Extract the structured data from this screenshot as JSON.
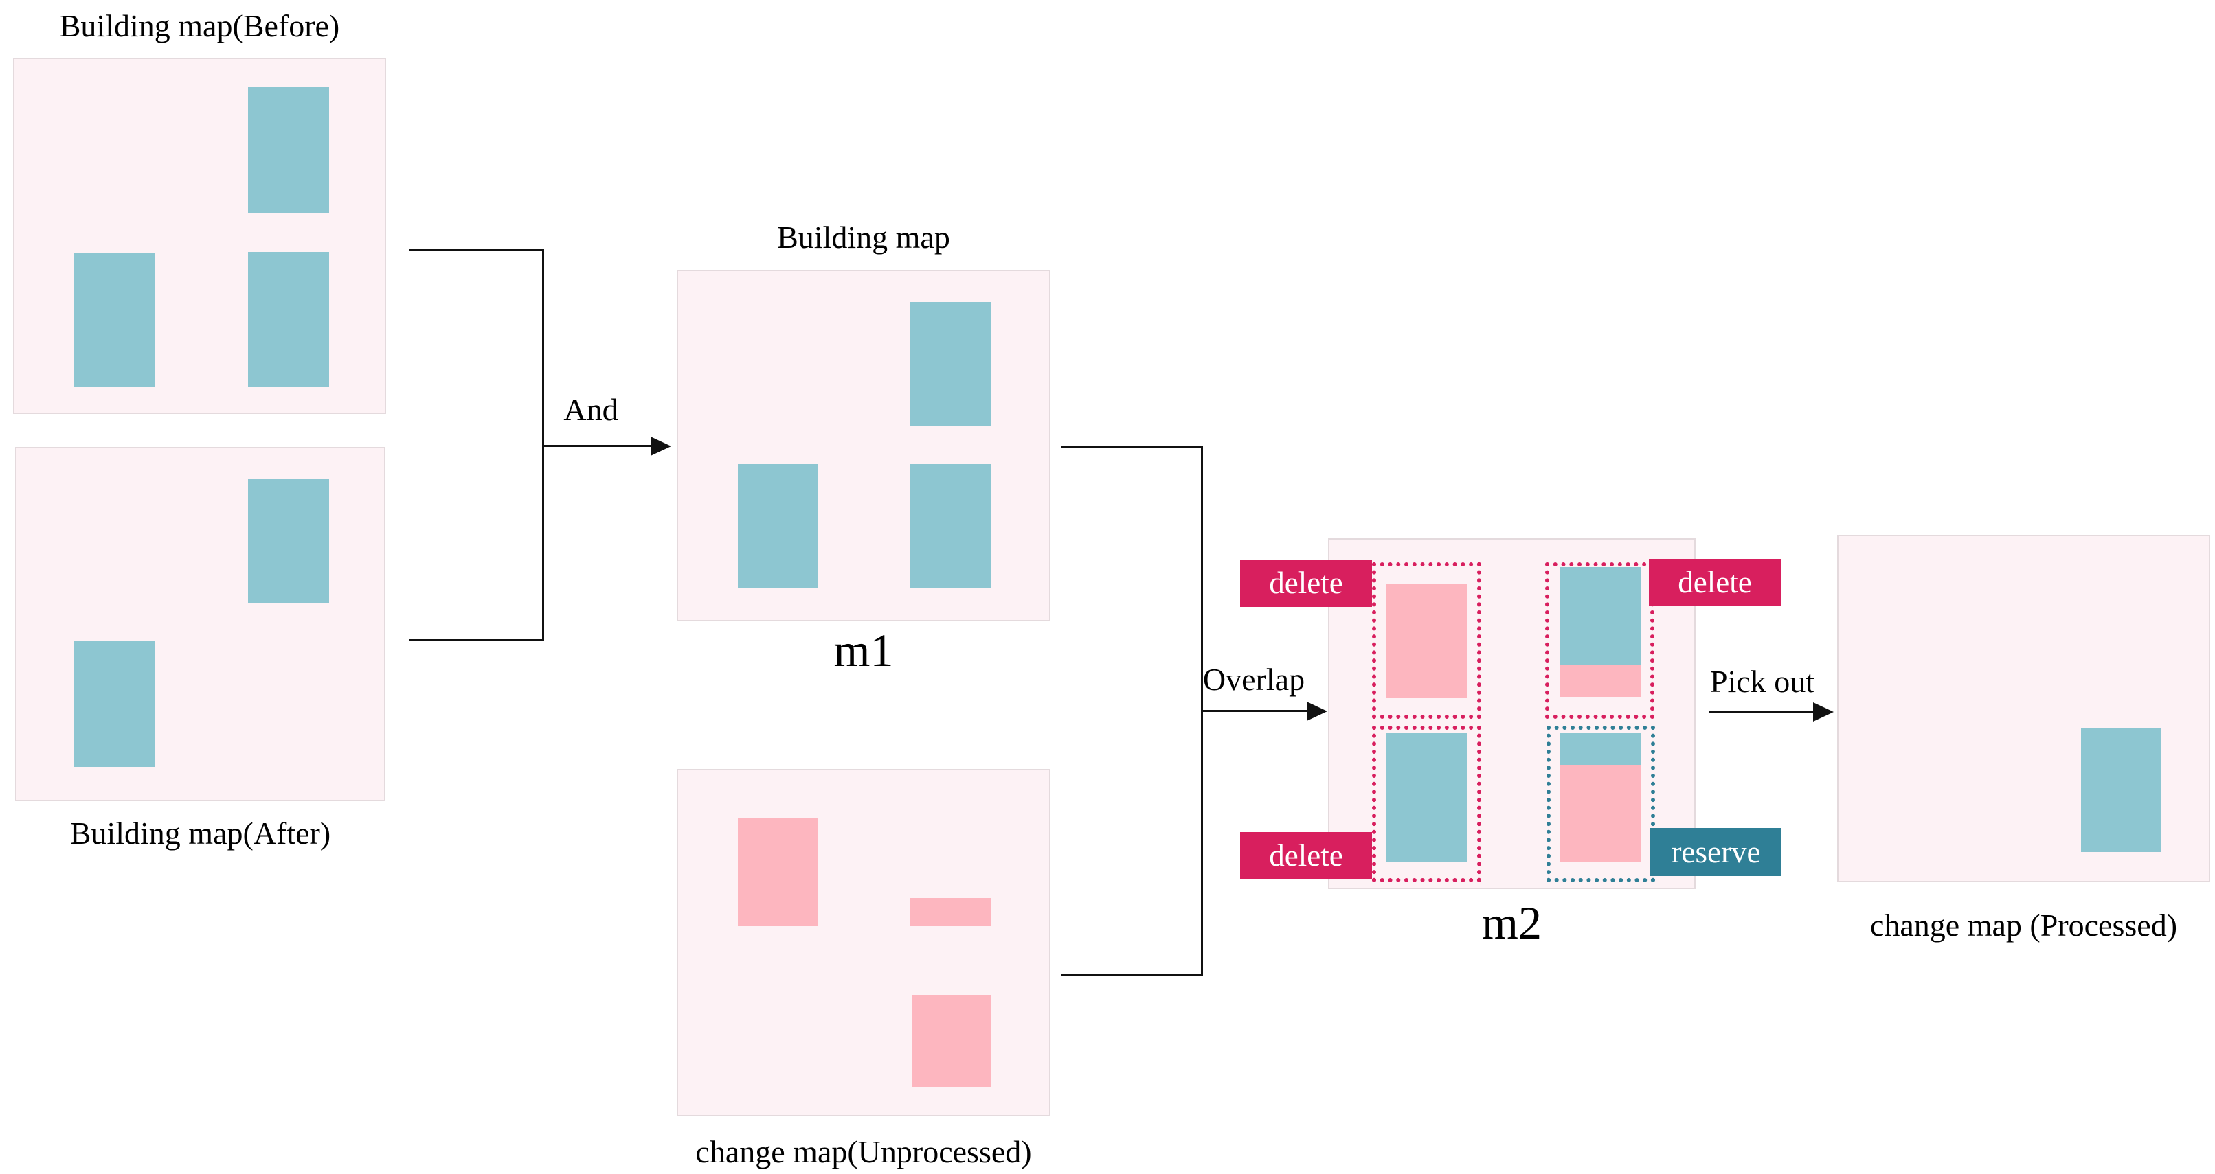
{
  "colors": {
    "building_fill": "#8dc6d1",
    "change_fill": "#fdb6bf",
    "panel_bg": "#fdf2f5",
    "panel_border": "#e4dadd",
    "delete_badge_bg": "#d81f5e",
    "reserve_badge_bg": "#2f7f96",
    "line_color": "#111111",
    "text_color": "#000000"
  },
  "panels": {
    "before": {
      "label": "Building map(Before)"
    },
    "after": {
      "label": "Building map(After)"
    },
    "m1": {
      "title": "Building map",
      "caption": "m1"
    },
    "unprocessed": {
      "caption": "change map(Unprocessed)"
    },
    "m2": {
      "caption": "m2"
    },
    "processed": {
      "caption": "change map (Processed)"
    }
  },
  "edges": {
    "and": "And",
    "overlap": "Overlap",
    "pick_out": "Pick out"
  },
  "badges": {
    "delete_top_left": "delete",
    "delete_top_right": "delete",
    "delete_bottom_left": "delete",
    "reserve_bottom_right": "reserve"
  }
}
